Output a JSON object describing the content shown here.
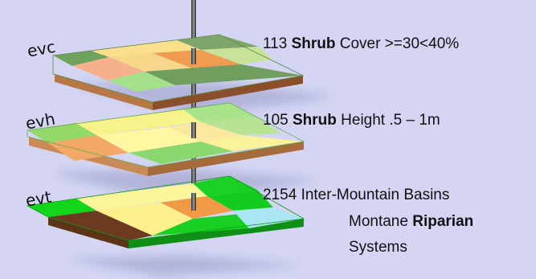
{
  "layers": [
    {
      "id": "evc",
      "name": "evc",
      "description": {
        "code": "113",
        "keyword": "Shrub",
        "rest": "Cover >=30<40%"
      },
      "colors": {
        "c1": "#6fa35c",
        "c2": "#fbe08c",
        "c3": "#7fa66a",
        "c4": "#f6b08c",
        "c5": "#f7d88a",
        "c6": "#ef9c50",
        "c7": "#a5e08a",
        "c8": "#6f9e5f",
        "c9": "#c8e29a",
        "side": "#b67845"
      }
    },
    {
      "id": "evh",
      "name": "evh",
      "description": {
        "code": "105",
        "keyword": "Shrub",
        "rest": "Height .5 – 1m"
      },
      "colors": {
        "c1": "#93d869",
        "c2": "#f7f38a",
        "c3": "#a9e48a",
        "c4": "#f2a965",
        "c5": "#fff6a2",
        "c6": "#8cd870",
        "c7": "#f9f29a",
        "c8": "#fbe8a0",
        "c9": "#b7e392",
        "side": "#c98a55"
      }
    },
    {
      "id": "evt",
      "name": "evt",
      "description": {
        "code": "2154",
        "line1": "Inter-Mountain Basins",
        "line2_pre": "Montane",
        "keyword": "Riparian",
        "line3": "Systems"
      },
      "colors": {
        "c1": "#12d61a",
        "c2": "#fbf59a",
        "c3": "#19d123",
        "c4": "#6b3a1f",
        "c5": "#fbf08c",
        "c6": "#f09a45",
        "c7": "#19cf22",
        "c8": "#14cc20",
        "c9": "#a9e6f2",
        "side": "#5c3418"
      }
    }
  ]
}
